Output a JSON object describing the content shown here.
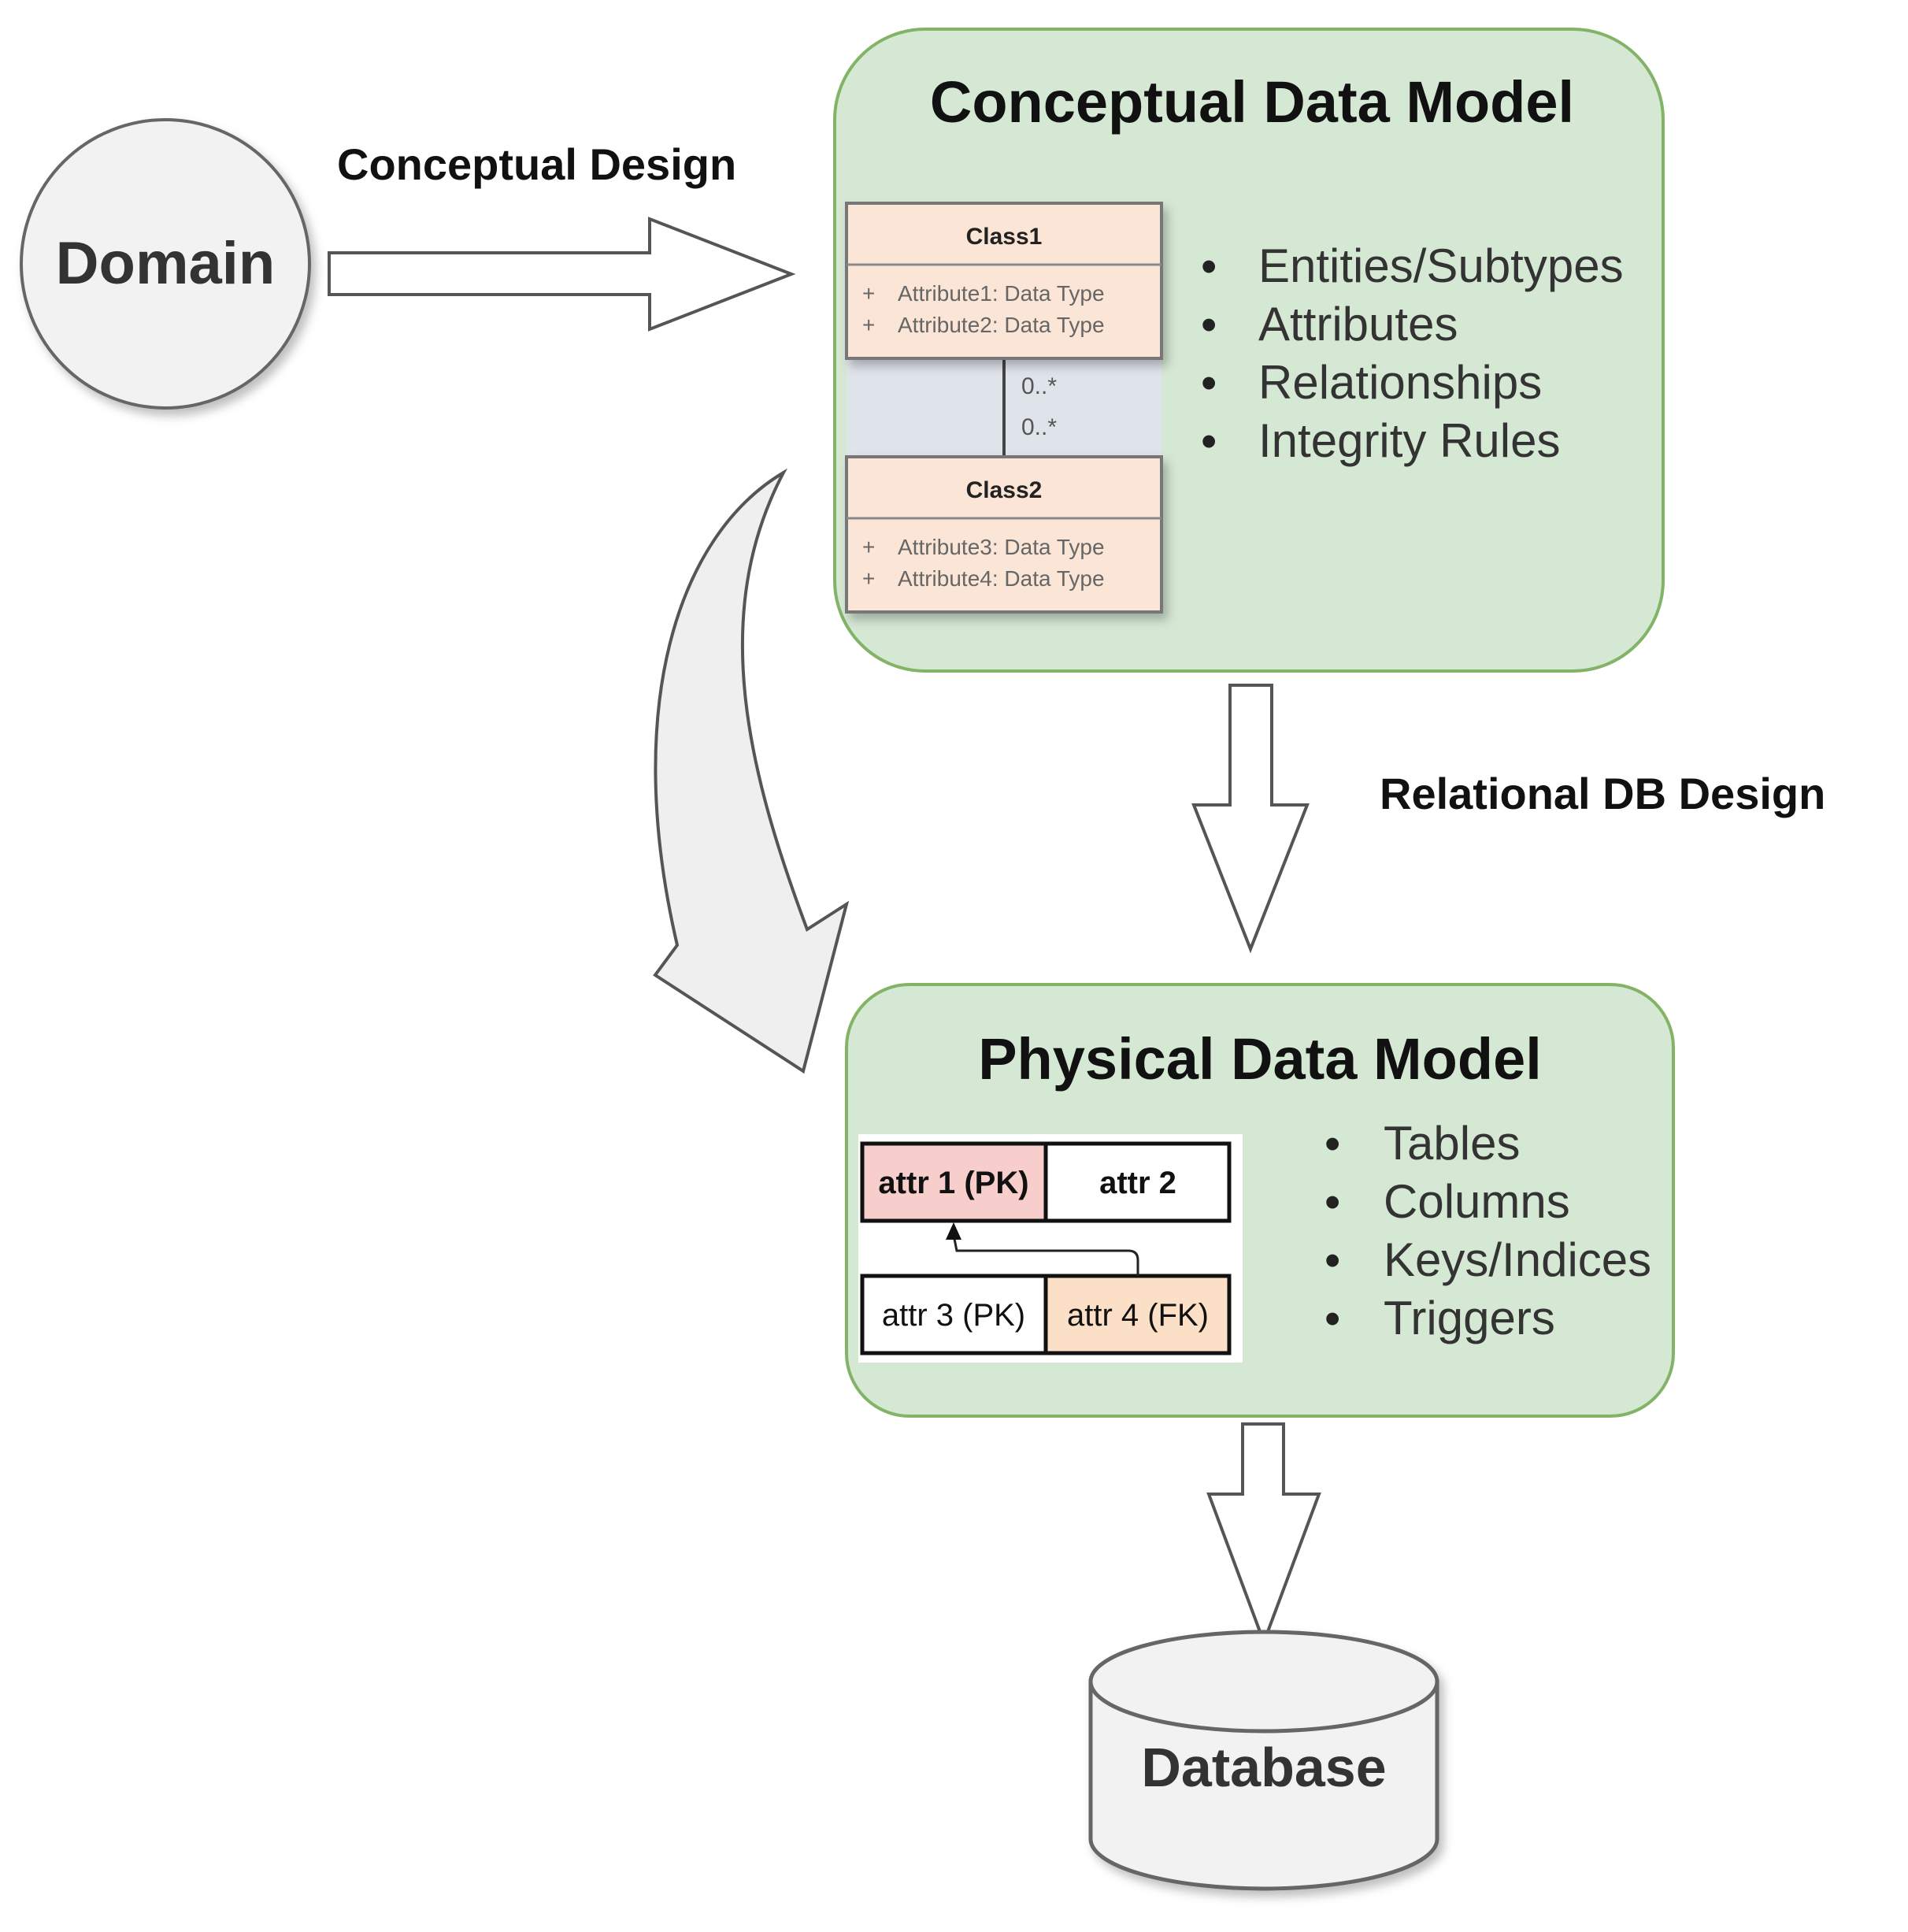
{
  "domain_node": {
    "label": "Domain"
  },
  "conceptual_design_label": "Conceptual Design",
  "relational_design_label": "Relational DB Design",
  "conceptual_model": {
    "title": "Conceptual Data Model",
    "classes": [
      {
        "name": "Class1",
        "attributes": [
          "+",
          "Attribute1: Data Type",
          "+",
          "Attribute2: Data Type"
        ]
      },
      {
        "name": "Class2",
        "attributes": [
          "+",
          "Attribute3: Data Type",
          "+",
          "Attribute4: Data Type"
        ]
      }
    ],
    "multiplicity_top": "0..*",
    "multiplicity_bottom": "0..*",
    "bullets": [
      "Entities/Subtypes",
      "Attributes",
      "Relationships",
      "Integrity Rules"
    ]
  },
  "physical_model": {
    "title": "Physical Data Model",
    "table_top": [
      "attr 1 (PK)",
      "attr 2"
    ],
    "table_bottom": [
      "attr 3 (PK)",
      "attr 4 (FK)"
    ],
    "bullets": [
      "Tables",
      "Columns",
      "Keys/Indices",
      "Triggers"
    ]
  },
  "database_node": {
    "label": "Database"
  },
  "colors": {
    "panel_fill": "#d5e8d4",
    "panel_stroke": "#82b366",
    "class_fill": "#fbe5d6",
    "pk_fill": "#f8cecc",
    "fk_fill": "#fbdfc6",
    "node_fill": "#f2f2f2"
  },
  "bullet_char": "•"
}
